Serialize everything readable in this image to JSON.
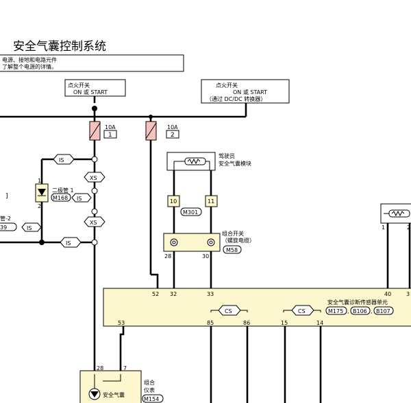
{
  "title": "安全气囊控制系统",
  "note": {
    "line1": "电源、接地和电路元件",
    "line2": "了解整个电源的详情。"
  },
  "ignition1": {
    "line1": "点火开关",
    "line2": "ON 或 START"
  },
  "ignition2": {
    "line1": "点火开关",
    "line2": "ON 或 START",
    "line3": "（通过 DC/DC 转换器）"
  },
  "fuses": [
    {
      "amp": "10A",
      "num": "1"
    },
    {
      "amp": "10A",
      "num": "2"
    }
  ],
  "connectors": {
    "is": "IS",
    "xs": "XS",
    "cs": "CS"
  },
  "diode1": {
    "name": "二极管 1",
    "pin_top": "1",
    "pin_bottom": "2",
    "code": "M168"
  },
  "diode2": {
    "name": "管-2",
    "code": "39"
  },
  "bracket_left": "]",
  "driver_module": {
    "line1": "驾驶员",
    "line2": "安全气囊模块",
    "pin_a": "10",
    "pin_b": "11",
    "code": "M301"
  },
  "combo_switch": {
    "line1": "组合开关",
    "line2": "（螺旋电缆）",
    "pin_a": "28",
    "pin_b": "30",
    "code": "M58"
  },
  "diag_unit": {
    "line1": "安全气囊诊断传感器单元",
    "codes": [
      "M175",
      "B106",
      "B107"
    ],
    "sep": ",",
    "pins_top": [
      "52",
      "32",
      "33",
      "40",
      "3"
    ],
    "pins_bottom": [
      "53",
      "85",
      "86",
      "15",
      "14"
    ]
  },
  "right_module": {
    "pin_a": "1",
    "pin_b": "2"
  },
  "meter": {
    "line1": "组合",
    "line2": "仪表",
    "code": "M154",
    "pin_a": "28",
    "pin_b": "7",
    "lamp": "安全气囊"
  },
  "colors": {
    "fuse": "#f5c3bc",
    "module": "#fdf7cf",
    "wire": "#000000"
  }
}
